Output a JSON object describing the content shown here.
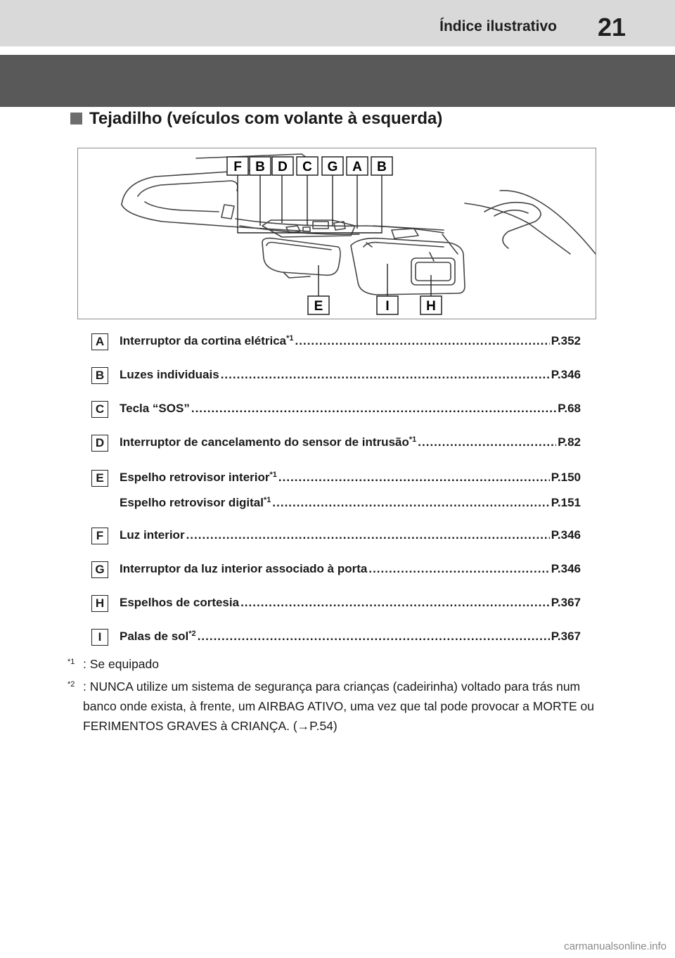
{
  "header": {
    "title": "Índice ilustrativo",
    "page_number": "21"
  },
  "section": {
    "heading": "Tejadilho (veículos com volante à esquerda)"
  },
  "figure": {
    "callouts_top": [
      "F",
      "B",
      "D",
      "C",
      "G",
      "A",
      "B"
    ],
    "callouts_bottom": [
      "E",
      "I",
      "H"
    ]
  },
  "entries": [
    {
      "letter": "A",
      "text": "Interruptor da cortina elétrica",
      "sup": "*1",
      "page": "P.352"
    },
    {
      "letter": "B",
      "text": "Luzes individuais",
      "sup": "",
      "page": "P.346"
    },
    {
      "letter": "C",
      "text": "Tecla “SOS”",
      "sup": "",
      "page": "P.68"
    },
    {
      "letter": "D",
      "text": "Interruptor de cancelamento do sensor de intrusão",
      "sup": "*1",
      "page": "P.82"
    },
    {
      "letter": "E",
      "text": "Espelho retrovisor interior",
      "sup": "*1",
      "page": "P.150"
    },
    {
      "letter": "",
      "text": "Espelho retrovisor digital",
      "sup": "*1",
      "page": "P.151"
    },
    {
      "letter": "F",
      "text": "Luz interior",
      "sup": "",
      "page": "P.346"
    },
    {
      "letter": "G",
      "text": "Interruptor da luz interior associado à porta",
      "sup": "",
      "page": "P.346"
    },
    {
      "letter": "H",
      "text": "Espelhos de cortesia",
      "sup": "",
      "page": "P.367"
    },
    {
      "letter": "I",
      "text": "Palas de sol",
      "sup": "*2",
      "page": "P.367"
    }
  ],
  "footnotes": [
    {
      "mark": "*1",
      "text": ": Se equipado"
    },
    {
      "mark": "*2",
      "text": ": NUNCA utilize um sistema de segurança para crianças (cadeirinha) voltado para trás num banco onde exista, à frente, um AIRBAG ATIVO, uma vez que tal pode provocar a MORTE ou FERIMENTOS GRAVES à CRIANÇA. (→P.54)"
    }
  ],
  "watermark": "carmanualsonline.info",
  "colors": {
    "header_bar": "#d9d9d9",
    "dark_band": "#595959",
    "heading_square": "#6d6d6d",
    "figure_border": "#8a8a8a"
  }
}
